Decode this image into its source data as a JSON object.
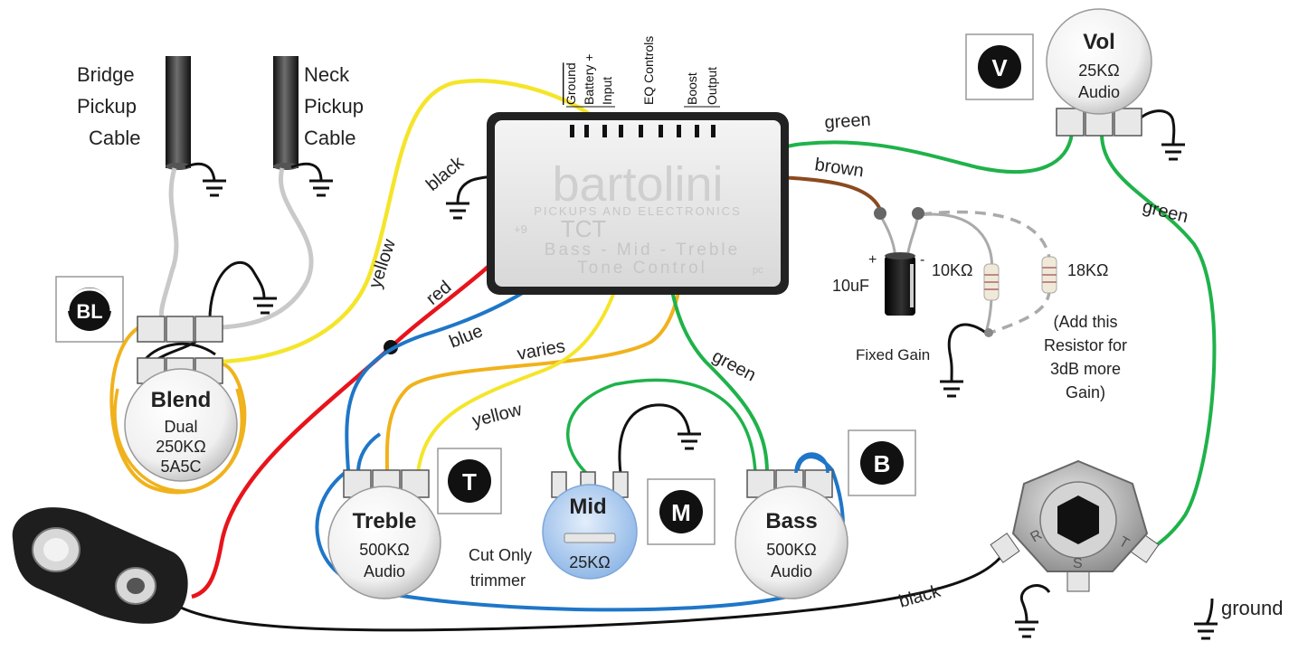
{
  "pickups": {
    "bridge_lines": [
      "Bridge",
      "Pickup",
      "Cable"
    ],
    "neck_lines": [
      "Neck",
      "Pickup",
      "Cable"
    ]
  },
  "module": {
    "pin_labels": [
      "Ground",
      "Battery +",
      "Input",
      "EQ Controls",
      "Boost",
      "Output"
    ],
    "brand": "bartolini",
    "brand_sub": "PICKUPS AND ELECTRONICS",
    "model_prefix": "+9",
    "model": "TCT",
    "desc1": "Bass - Mid - Treble",
    "desc2": "Tone Control",
    "suffix": "pc"
  },
  "wire_labels": {
    "black_ground": "black",
    "red": "red",
    "blue": "blue",
    "varies": "varies",
    "yellow_top": "yellow",
    "yellow_bottom": "yellow",
    "green_top": "green",
    "brown": "brown",
    "green_right": "green",
    "green_mid": "green",
    "black_bottom": "black"
  },
  "pots": {
    "blend": {
      "title": "Blend",
      "lines": [
        "Dual",
        "250KΩ",
        "5A5C"
      ]
    },
    "treble": {
      "title": "Treble",
      "lines": [
        "500KΩ",
        "Audio"
      ]
    },
    "mid": {
      "title": "Mid",
      "lines": [
        "25KΩ"
      ]
    },
    "bass": {
      "title": "Bass",
      "lines": [
        "500KΩ",
        "Audio"
      ]
    },
    "vol": {
      "title": "Vol",
      "lines": [
        "25KΩ",
        "Audio"
      ]
    }
  },
  "badges": {
    "blend": "BL",
    "treble": "T",
    "mid": "M",
    "bass": "B",
    "vol": "V"
  },
  "mid_note": [
    "Cut Only",
    "trimmer"
  ],
  "gain_circuit": {
    "cap": "10uF",
    "plus": "+",
    "minus": "-",
    "r1": "10KΩ",
    "r2": "18KΩ",
    "fixed_gain": "Fixed Gain",
    "note_lines": [
      "(Add this",
      "Resistor for",
      "3dB more",
      "Gain)"
    ]
  },
  "jack_letters": [
    "R",
    "S",
    "T"
  ],
  "legend": {
    "ground": "ground"
  },
  "colors": {
    "red": "#e8141b",
    "blue": "#1f76c8",
    "yellow": "#f5e52a",
    "orange": "#f0b21c",
    "green": "#1fb24a",
    "brown": "#8b4a1e",
    "black": "#111111",
    "gray": "#c9c9c9"
  }
}
